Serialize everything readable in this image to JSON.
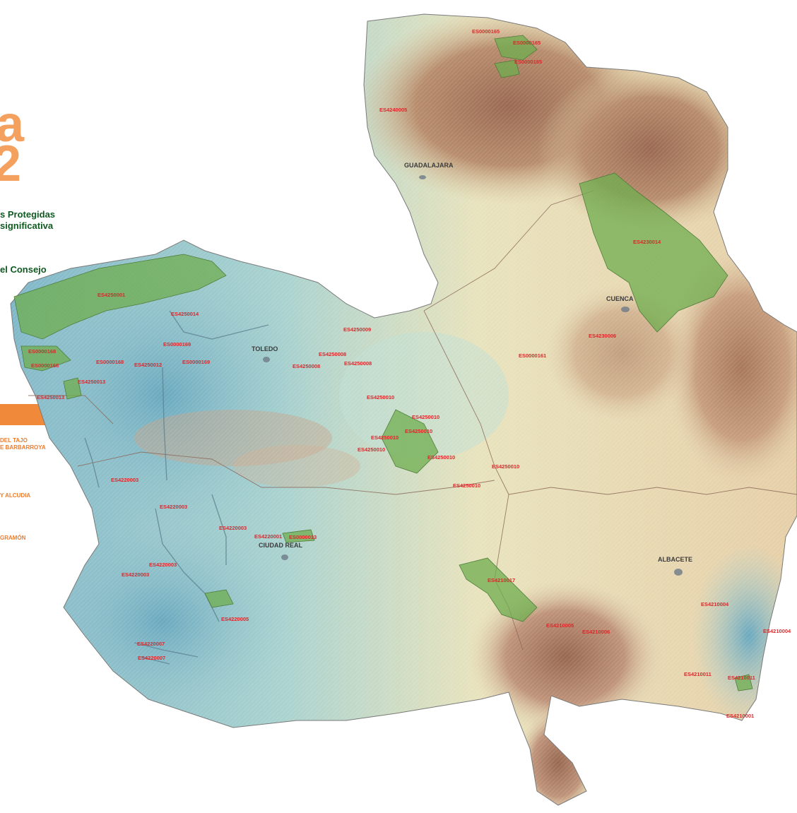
{
  "side_text": {
    "title_fragment_1": "a",
    "title_fragment_2": "2",
    "green_line_1": "s Protegidas",
    "green_line_2": "significativa",
    "green_line_3": "el Consejo",
    "orange_lines": [
      "DEL TAJO",
      "E BARBARROYA",
      "Y ALCUDIA",
      "GRAMÓN"
    ]
  },
  "cities": [
    {
      "id": "guadalajara",
      "label": "GUADALAJARA"
    },
    {
      "id": "cuenca",
      "label": "CUENCA"
    },
    {
      "id": "toledo",
      "label": "TOLEDO"
    },
    {
      "id": "ciudad-real",
      "label": "CIUDAD REAL"
    },
    {
      "id": "albacete",
      "label": "ALBACETE"
    }
  ],
  "site_codes": [
    "ES0000165",
    "ES0000165",
    "ES0000165",
    "ES4240005",
    "ES4230014",
    "ES4230006",
    "ES0000161",
    "ES4250001",
    "ES4250014",
    "ES0000169",
    "ES0000168",
    "ES0000168",
    "ES0000168",
    "ES4250012",
    "ES0000169",
    "ES4250013",
    "ES4250013",
    "ES4250009",
    "ES4250008",
    "ES4250008",
    "ES4250008",
    "ES4250010",
    "ES4250010",
    "ES4250010",
    "ES4250010",
    "ES4250010",
    "ES4250010",
    "ES4250010",
    "ES4250010",
    "ES4220003",
    "ES4220003",
    "ES4220003",
    "ES4220001",
    "ES0000013",
    "ES4220003",
    "ES4220003",
    "ES4220005",
    "ES4220007",
    "ES4220007",
    "ES4210017",
    "ES4210005",
    "ES4210006",
    "ES4210004",
    "ES4210004",
    "ES4210011",
    "ES4210011",
    "ES4210001"
  ],
  "colors": {
    "title_orange": "#f4a15f",
    "text_green": "#0f5a20",
    "text_orange": "#ee7c2a",
    "code_red": "#e0262a",
    "protected_green": "#6fae4f",
    "lowland_blue": "#8fc3cf",
    "plain_cream": "#efe6c3",
    "mountain_brown": "#a9775c"
  }
}
